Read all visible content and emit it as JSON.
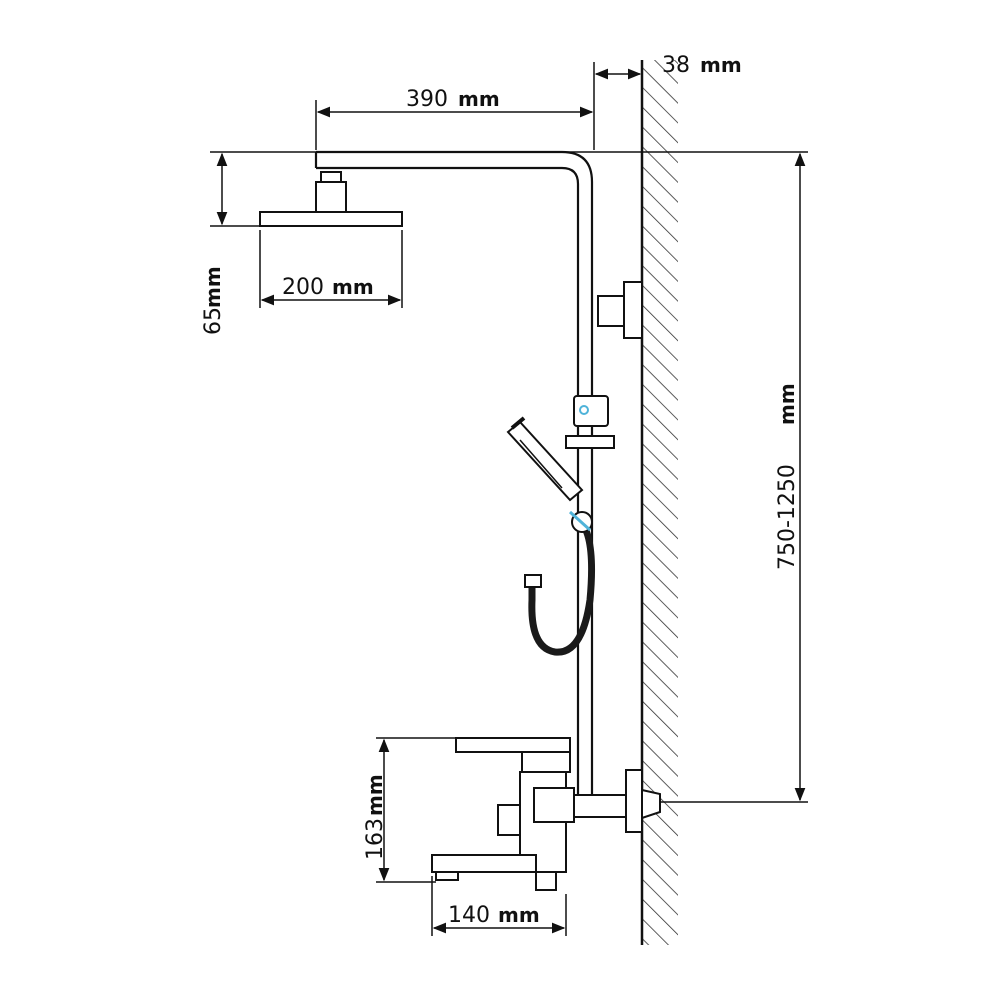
{
  "dimensions": {
    "wall_gap": {
      "value": "38",
      "unit": "mm"
    },
    "arm_length": {
      "value": "390",
      "unit": "mm"
    },
    "head_height": {
      "value": "65",
      "unit": "mm"
    },
    "head_diameter": {
      "value": "200",
      "unit": "mm"
    },
    "rail_height": {
      "value": "750-1250",
      "unit": "mm"
    },
    "mixer_height": {
      "value": "163",
      "unit": "mm"
    },
    "spout_length": {
      "value": "140",
      "unit": "mm"
    }
  },
  "colors": {
    "line": "#111111",
    "hose": "#1a1a1a",
    "highlight": "#4fb3d9"
  }
}
